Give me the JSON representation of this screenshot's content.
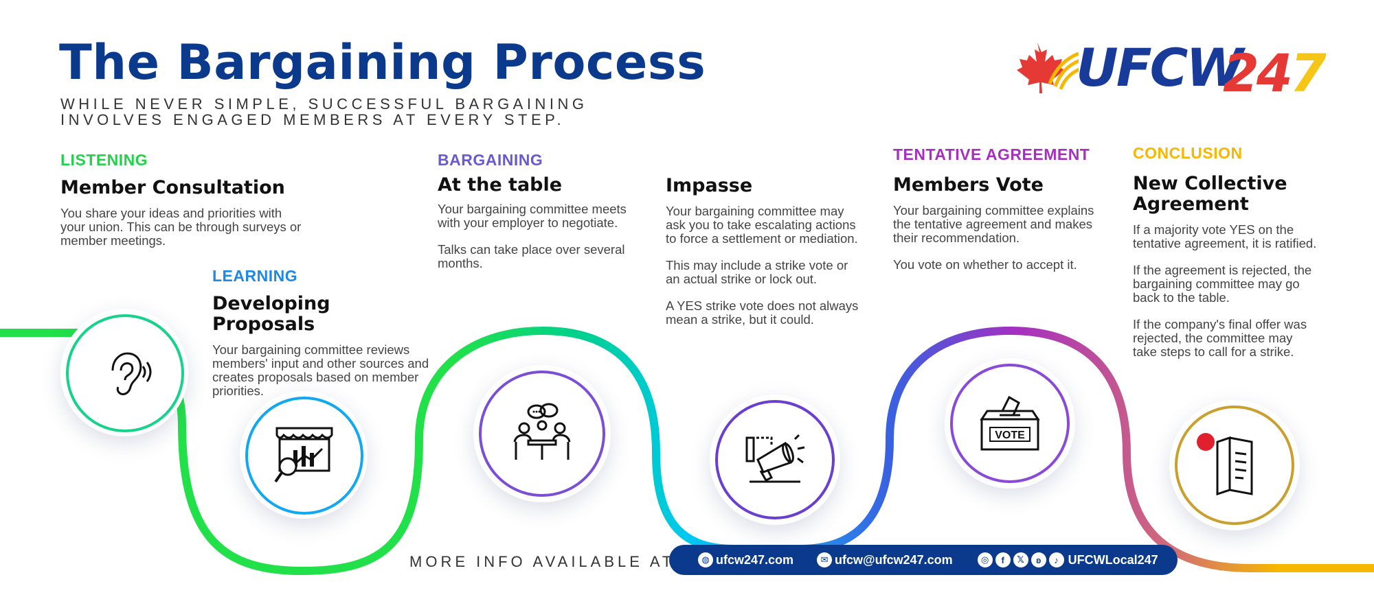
{
  "header": {
    "title": "The Bargaining Process",
    "subtitle_line1": "WHILE NEVER SIMPLE, SUCCESSFUL BARGAINING",
    "subtitle_line2": "INVOLVES ENGAGED MEMBERS AT EVERY STEP."
  },
  "logo": {
    "text": "UFCW",
    "num_2": "2",
    "num_4": "4",
    "num_7": "7"
  },
  "steps": [
    {
      "label": "LISTENING",
      "label_color": "#22d24a",
      "heading": "Member Consultation",
      "body": [
        "You share your ideas and priorities with your union. This can be through surveys or member meetings."
      ],
      "icon": "ear-icon"
    },
    {
      "label": "LEARNING",
      "label_color": "#1e88e5",
      "heading": "Developing Proposals",
      "body": [
        "Your bargaining committee reviews members' input and other sources and creates proposals based on member priorities."
      ],
      "icon": "research-chart-icon"
    },
    {
      "label": "BARGAINING",
      "label_color": "#6a5acd",
      "heading": "At the table",
      "body": [
        "Your bargaining committee meets with your employer to negotiate.",
        "Talks can take place over several months."
      ],
      "icon": "meeting-table-icon"
    },
    {
      "label": "",
      "label_color": "#111111",
      "heading": "Impasse",
      "body": [
        "Your bargaining committee may ask you to take escalating actions to force a settlement or mediation.",
        "This may include a strike vote or an actual strike or lock out.",
        "A YES strike vote does not always mean a strike, but it could."
      ],
      "icon": "megaphone-icon"
    },
    {
      "label": "TENTATIVE AGREEMENT",
      "label_color": "#a62fc0",
      "heading": "Members Vote",
      "body": [
        "Your bargaining committee explains the tentative agreement and makes their recommendation.",
        "You vote on whether to accept it."
      ],
      "icon": "ballot-box-icon"
    },
    {
      "label": "CONCLUSION",
      "label_color": "#f5b700",
      "heading": "New Collective Agreement",
      "body": [
        "If a majority vote YES on the tentative agreement, it is ratified.",
        "If the agreement is rejected, the bargaining committee may go back to the table.",
        "If the company's final offer was rejected, the committee may take steps to call for a strike."
      ],
      "icon": "document-icon"
    }
  ],
  "ballot_label": "VOTE",
  "footer": {
    "more_info": "MORE INFO AVAILABLE AT",
    "website": "ufcw247.com",
    "email": "ufcw@ufcw247.com",
    "handle": "UFCWLocal247",
    "icons": [
      "globe-icon",
      "mail-icon",
      "instagram-icon",
      "facebook-icon",
      "x-icon",
      "bluesky-icon",
      "tiktok-icon"
    ]
  },
  "colors": {
    "title": "#0b3a8c",
    "footer_bar": "#0b3a8c",
    "path_green": "#22e04a",
    "path_cyan": "#00c8f0",
    "path_purple": "#a62fc0",
    "path_orange": "#f5b700"
  }
}
